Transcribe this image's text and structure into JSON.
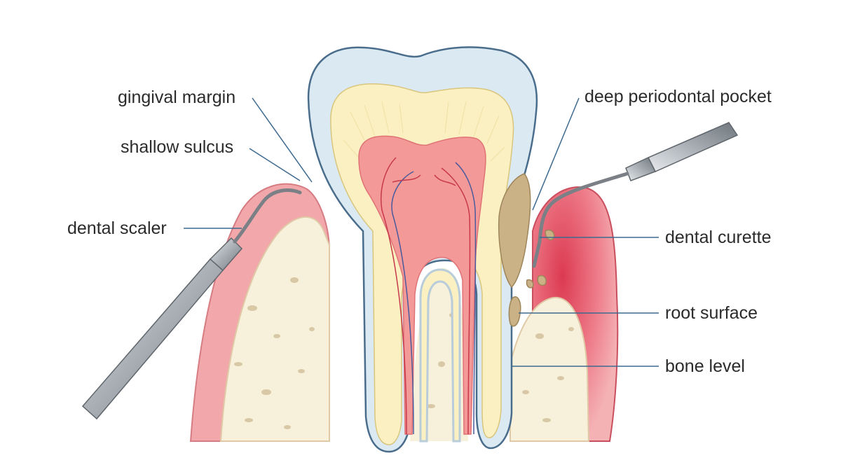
{
  "labels": {
    "gingival_margin": "gingival margin",
    "shallow_sulcus": "shallow sulcus",
    "dental_scaler": "dental scaler",
    "deep_periodontal_pocket": "deep periodontal pocket",
    "dental_curette": "dental curette",
    "root_surface": "root surface",
    "bone_level": "bone level"
  },
  "colors": {
    "gum": "#f2a7ab",
    "gum_inflamed": "#e2475c",
    "bone": "#f7f0da",
    "bone_speckle": "#d8c8a6",
    "enamel": "#dbe9f2",
    "dentin": "#faf0c2",
    "pulp": "#f39a98",
    "calculus": "#cbb286",
    "instrument": "#9aa0a6",
    "leader": "#3d6a8f"
  }
}
